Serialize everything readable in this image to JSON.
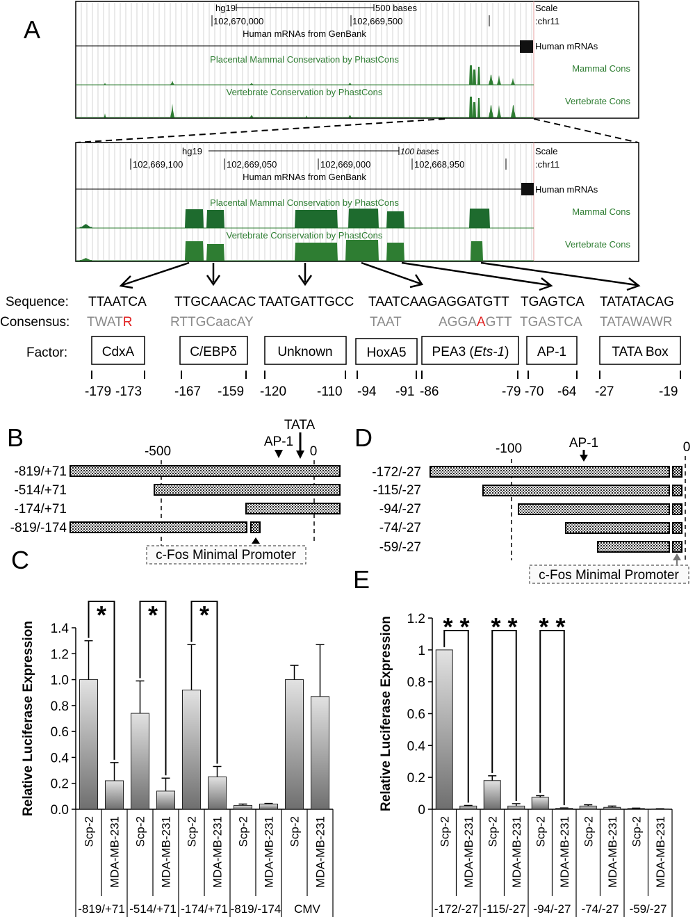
{
  "panels": {
    "A": {
      "label": "A",
      "browser_top": {
        "assembly": "hg19",
        "scale_text": "500 bases",
        "scale_label": "Scale",
        "chrom_label": ":chr11",
        "coords": [
          "102,670,000",
          "102,669,500"
        ],
        "mrna_title": "Human mRNAs from GenBank",
        "mrna_label": "Human mRNAs",
        "mammal_title": "Placental Mammal Conservation by PhastCons",
        "mammal_label": "Mammal Cons",
        "vert_title": "Vertebrate Conservation by PhastCons",
        "vert_label": "Vertebrate Cons"
      },
      "browser_zoom": {
        "assembly": "hg19",
        "scale_text": "100 bases",
        "scale_label": "Scale",
        "chrom_label": ":chr11",
        "coords": [
          "102,669,100",
          "102,669,050",
          "102,669,000",
          "102,668,950"
        ],
        "mrna_title": "Human mRNAs from GenBank",
        "mrna_label": "Human mRNAs",
        "mammal_title": "Placental Mammal Conservation by PhastCons",
        "mammal_label": "Mammal Cons",
        "vert_title": "Vertebrate Conservation by PhastCons",
        "vert_label": "Vertebrate Cons"
      },
      "row_labels": {
        "sequence": "Sequence:",
        "consensus": "Consensus:",
        "factor": "Factor:"
      },
      "elements": [
        {
          "sequence": "TTAATCA",
          "consensus_pre": "TWAT",
          "consensus_red": "R",
          "consensus_post": "",
          "factor": "CdxA",
          "factor_italic": "",
          "factor_post": "",
          "pos_start": "-179",
          "pos_end": "-173"
        },
        {
          "sequence": "TTGCAACAC",
          "consensus_pre": "RTTGCaacAY",
          "consensus_red": "",
          "consensus_post": "",
          "factor": "C/EBPδ",
          "factor_italic": "",
          "factor_post": "",
          "pos_start": "-167",
          "pos_end": "-159"
        },
        {
          "sequence": "TAATGATTGCC",
          "consensus_pre": "",
          "consensus_red": "",
          "consensus_post": "",
          "factor": "Unknown",
          "factor_italic": "",
          "factor_post": "",
          "pos_start": "-120",
          "pos_end": "-110"
        },
        {
          "sequence": "TAATCAAGAGGATGTT",
          "consensus_pre": "",
          "consensus_red": "",
          "consensus_post": "",
          "factor": "",
          "factor_italic": "",
          "factor_post": "",
          "pos_start": "",
          "pos_end": ""
        },
        {
          "sequence": "TGAGTCA",
          "consensus_pre": "TGASTCA",
          "consensus_red": "",
          "consensus_post": "",
          "factor": "AP-1",
          "factor_italic": "",
          "factor_post": "",
          "pos_start": "-70",
          "pos_end": "-64"
        },
        {
          "sequence": "TATATACAG",
          "consensus_pre": "TATAWAWR",
          "consensus_red": "",
          "consensus_post": "",
          "factor": "TATA Box",
          "factor_italic": "",
          "factor_post": "",
          "pos_start": "-27",
          "pos_end": "-19"
        }
      ],
      "hox": {
        "consensus": "TAAT",
        "factor": "HoxA5",
        "pos_start": "-94",
        "pos_end": "-91"
      },
      "pea3": {
        "consensus_pre": "AGGA",
        "consensus_red": "A",
        "consensus_post": "GTT",
        "factor_pre": "PEA3 (",
        "factor_italic": "Ets-1",
        "factor_post": ")",
        "pos_start": "-86",
        "pos_end": "-79"
      }
    },
    "B": {
      "label": "B",
      "tata": "TATA",
      "ap1": "AP-1",
      "axis_ticks": [
        "-500",
        "0"
      ],
      "constructs": [
        "-819/+71",
        "-514/+71",
        "-174/+71",
        "-819/-174"
      ],
      "minimal_promoter": "c-Fos Minimal Promoter"
    },
    "D": {
      "label": "D",
      "ap1": "AP-1",
      "axis_ticks": [
        "-100",
        "0"
      ],
      "constructs": [
        "-172/-27",
        "-115/-27",
        "-94/-27",
        "-74/-27",
        "-59/-27"
      ],
      "minimal_promoter": "c-Fos Minimal Promoter"
    }
  },
  "chart_data": [
    {
      "panel": "C",
      "type": "bar",
      "ylabel": "Relative Luciferase Expression",
      "ylim": [
        0,
        1.4
      ],
      "yticks": [
        "0.0",
        "0.2",
        "0.4",
        "0.6",
        "0.8",
        "1.0",
        "1.2",
        "1.4"
      ],
      "groups": [
        "-819/+71",
        "-514/+71",
        "-174/+71",
        "-819/-174",
        "CMV"
      ],
      "categories": [
        "Scp-2",
        "MDA-MB-231",
        "Scp-2",
        "MDA-MB-231",
        "Scp-2",
        "MDA-MB-231",
        "Scp-2",
        "MDA-MB-231",
        "Scp-2",
        "MDA-MB-231"
      ],
      "values": [
        1.0,
        0.22,
        0.74,
        0.14,
        0.92,
        0.25,
        0.03,
        0.04,
        1.0,
        0.87
      ],
      "errors": [
        0.3,
        0.14,
        0.25,
        0.1,
        0.35,
        0.08,
        0.01,
        0.005,
        0.11,
        0.4
      ],
      "significance": [
        {
          "group": 0,
          "label": "*"
        },
        {
          "group": 1,
          "label": "*"
        },
        {
          "group": 2,
          "label": "*"
        }
      ],
      "grid": false
    },
    {
      "panel": "E",
      "type": "bar",
      "ylabel": "Relative Luciferase Expression",
      "ylim": [
        0,
        1.2
      ],
      "yticks": [
        "0",
        "0.2",
        "0.4",
        "0.6",
        "0.8",
        "1",
        "1.2"
      ],
      "groups": [
        "-172/-27",
        "-115/-27",
        "-94/-27",
        "-74/-27",
        "-59/-27"
      ],
      "categories": [
        "Scp-2",
        "MDA-MB-231",
        "Scp-2",
        "MDA-MB-231",
        "Scp-2",
        "MDA-MB-231",
        "Scp-2",
        "MDA-MB-231",
        "Scp-2",
        "MDA-MB-231"
      ],
      "values": [
        1.0,
        0.02,
        0.18,
        0.02,
        0.075,
        0.006,
        0.02,
        0.012,
        0.005,
        0.002
      ],
      "errors": [
        0.0,
        0.004,
        0.03,
        0.015,
        0.01,
        0.002,
        0.008,
        0.008,
        0.002,
        0.001
      ],
      "significance": [
        {
          "group": 0,
          "label": "* *"
        },
        {
          "group": 1,
          "label": "* *"
        },
        {
          "group": 2,
          "label": "* *"
        }
      ],
      "grid": false
    }
  ]
}
